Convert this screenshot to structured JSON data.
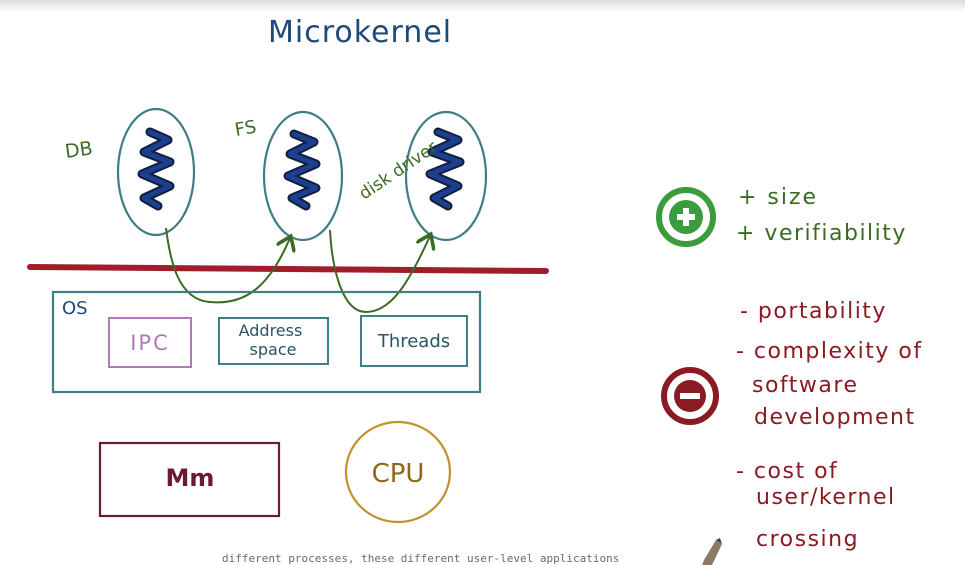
{
  "title": "Microkernel",
  "colors": {
    "title": "#1d4a78",
    "teal": "#3f7e84",
    "squiggle": "#1e3f8f",
    "green_ink": "#3c6a24",
    "red_bar": "#a01e2a",
    "ipc": "#b07ab7",
    "mm": "#6a1a34",
    "cpu": "#c0922c",
    "plus": "#3a9c3c",
    "minus": "#8a1a24",
    "red_ink": "#8a1a24"
  },
  "services": [
    {
      "label": "DB"
    },
    {
      "label": "FS"
    },
    {
      "label": "disk driver"
    }
  ],
  "kernel": {
    "label": "OS",
    "components": [
      "IPC",
      "Address space",
      "Threads"
    ]
  },
  "hardware": {
    "memory": "Mm",
    "cpu": "CPU"
  },
  "pros": {
    "icon": "plus-circle-icon",
    "items": [
      "+ size",
      "+ verifiability"
    ]
  },
  "cons": {
    "icon": "minus-circle-icon",
    "items": [
      "- portability",
      "- complexity of software development",
      "- cost of user/kernel crossing"
    ]
  },
  "caption": "different processes, these different user-level applications"
}
